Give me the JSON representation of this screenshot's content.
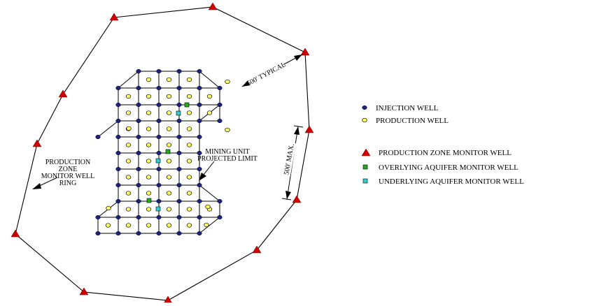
{
  "colors": {
    "injection": "#1a237e",
    "production": "#ffff66",
    "monitor": "#d00000",
    "overlying": "#22aa22",
    "underlying": "#33cccc",
    "line": "#000000"
  },
  "annotations": {
    "typical_spacing": "500' TYPICAL",
    "max_spacing": "500' MAX.",
    "ring_label": [
      "PRODUCTION",
      "ZONE",
      "MONITOR WELL",
      "RING"
    ],
    "unit_label": [
      "MINING UNIT",
      "PROJECTED LIMIT"
    ]
  },
  "legend": {
    "injection": "INJECTION WELL",
    "production": "PRODUCTION WELL",
    "monitor": "PRODUCTION ZONE MONITOR WELL",
    "overlying": "OVERLYING AQUIFER MONITOR WELL",
    "underlying": "UNDERLYING AQUIFER MONITOR WELL"
  }
}
